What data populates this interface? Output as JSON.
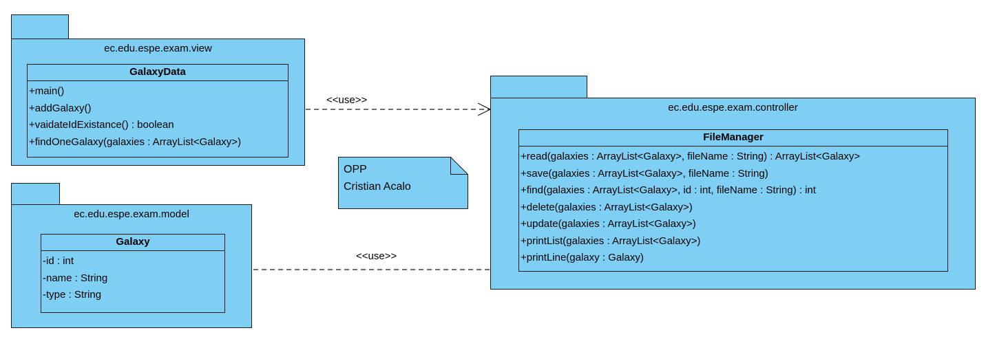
{
  "colors": {
    "fill": "#7fcff4",
    "line": "#1a1a1a"
  },
  "packages": {
    "view": {
      "name": "ec.edu.espe.exam.view",
      "class": {
        "name": "GalaxyData",
        "members": [
          "+main()",
          "+addGalaxy()",
          "+vaidateIdExistance() : boolean",
          "+findOneGalaxy(galaxies : ArrayList<Galaxy>)"
        ]
      }
    },
    "model": {
      "name": "ec.edu.espe.exam.model",
      "class": {
        "name": "Galaxy",
        "members": [
          "-id : int",
          "-name : String",
          "-type : String"
        ]
      }
    },
    "controller": {
      "name": "ec.edu.espe.exam.controller",
      "class": {
        "name": "FileManager",
        "members": [
          "+read(galaxies : ArrayList<Galaxy>, fileName : String) : ArrayList<Galaxy>",
          "+save(galaxies : ArrayList<Galaxy>, fileName : String)",
          "+find(galaxies : ArrayList<Galaxy>, id : int, fileName : String) : int",
          "+delete(galaxies : ArrayList<Galaxy>)",
          "+update(galaxies : ArrayList<Galaxy>)",
          "+printList(galaxies : ArrayList<Galaxy>)",
          "+printLine(galaxy : Galaxy)"
        ]
      }
    }
  },
  "note": {
    "lines": [
      "OPP",
      "Cristian Acalo"
    ]
  },
  "dependencies": [
    {
      "from": "GalaxyData",
      "to": "ec.edu.espe.exam.controller",
      "label": "<<use>>"
    },
    {
      "from": "ec.edu.espe.exam.controller",
      "to": "Galaxy",
      "label": "<<use>>"
    }
  ]
}
